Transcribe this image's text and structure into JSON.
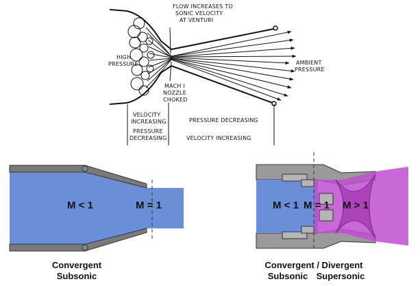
{
  "top_diagram": {
    "label_flow_line1": "FLOW INCREASES TO",
    "label_flow_line2": "SONIC VELOCITY",
    "label_flow_line3": "AT VENTURI",
    "label_high_1": "HIGH",
    "label_high_2": "PRESSURE",
    "label_ambient_1": "AMBIENT",
    "label_ambient_2": "PRESSURE",
    "label_mach_1": "MACH I",
    "label_mach_2": "NOZZLE",
    "label_mach_3": "CHOKED",
    "label_vel_inc_1": "VELOCITY",
    "label_vel_inc_2": "INCREASING",
    "label_pres_dec_1": "PRESSURE",
    "label_pres_dec_2": "DECREASING",
    "label_pres_decreasing": "PRESSURE DECREASING",
    "label_vel_increasing": "VELOCITY INCREASING"
  },
  "convergent": {
    "m_less": "M < 1",
    "m_equal": "M = 1",
    "caption_1": "Convergent",
    "caption_2": "Subsonic",
    "flow_color": "#6b8fd6",
    "wall_color": "#7a7a7a"
  },
  "con_div": {
    "m_less": "M < 1",
    "m_equal": "M = 1",
    "m_greater": "M > 1",
    "caption_1": "Convergent / Divergent",
    "caption_2_left": "Subsonic",
    "caption_2_right": "Supersonic",
    "subsonic_color": "#6b8fd6",
    "supersonic_color": "#c04fd0"
  }
}
